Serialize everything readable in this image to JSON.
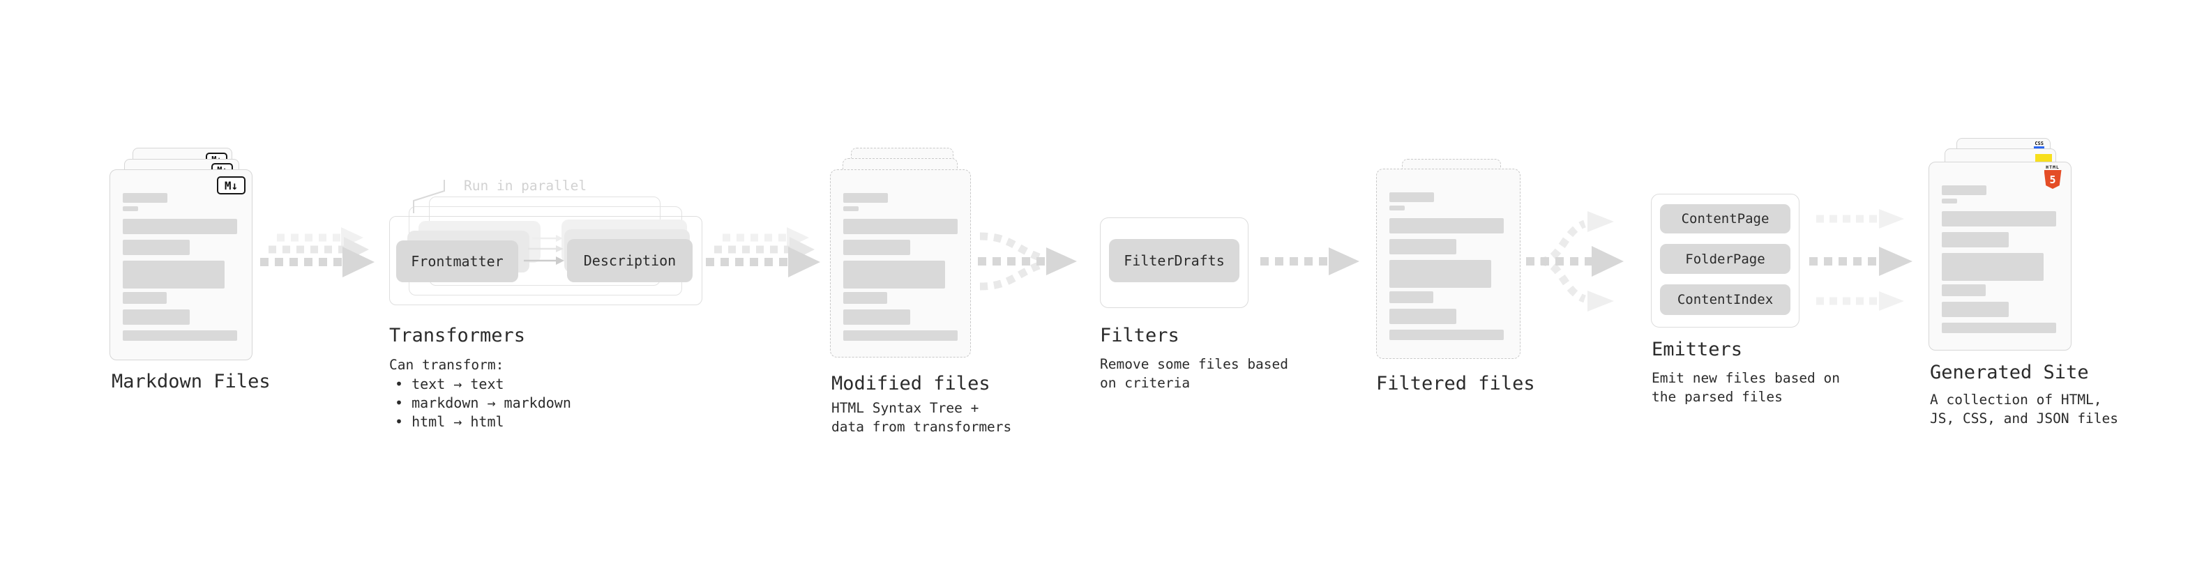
{
  "markdown_files": {
    "label": "Markdown Files",
    "badge": "M↓"
  },
  "transformers": {
    "label": "Transformers",
    "annotation": "Run in parallel",
    "frontmatter_button": "Frontmatter",
    "description_button": "Description",
    "subtitle": "Can transform:",
    "bullets": [
      "• text → text",
      "• markdown → markdown",
      "• html → html"
    ]
  },
  "modified_files": {
    "label": "Modified files",
    "subtitle_line1": "HTML Syntax Tree +",
    "subtitle_line2": "data from transformers"
  },
  "filters": {
    "label": "Filters",
    "filter_drafts_button": "FilterDrafts",
    "subtitle_line1": "Remove some files based",
    "subtitle_line2": "on criteria"
  },
  "filtered_files": {
    "label": "Filtered files"
  },
  "emitters": {
    "label": "Emitters",
    "content_page_button": "ContentPage",
    "folder_page_button": "FolderPage",
    "content_index_button": "ContentIndex",
    "subtitle_line1": "Emit new files based on",
    "subtitle_line2": "the parsed files"
  },
  "generated_site": {
    "label": "Generated Site",
    "subtitle_line1": "A collection of HTML,",
    "subtitle_line2": "JS, CSS, and JSON files",
    "css_badge": "CSS",
    "html_badge_text": "HTML",
    "html_badge_number": "5"
  },
  "colors": {
    "card_bg": "#fafafa",
    "card_border": "#d6d6d6",
    "dashed_border": "#c9c9c9",
    "bar": "#d9d9d9",
    "button_bg": "#d9d9d9",
    "text": "#2b2b2b",
    "muted": "#d2d2d2",
    "arrow_dark": "#d7d7d7",
    "arrow_mid": "#e7e7e7",
    "arrow_light": "#f1f1f1",
    "html5_orange": "#e44d26",
    "js_yellow": "#f7df1e",
    "css_blue": "#2965f1"
  }
}
